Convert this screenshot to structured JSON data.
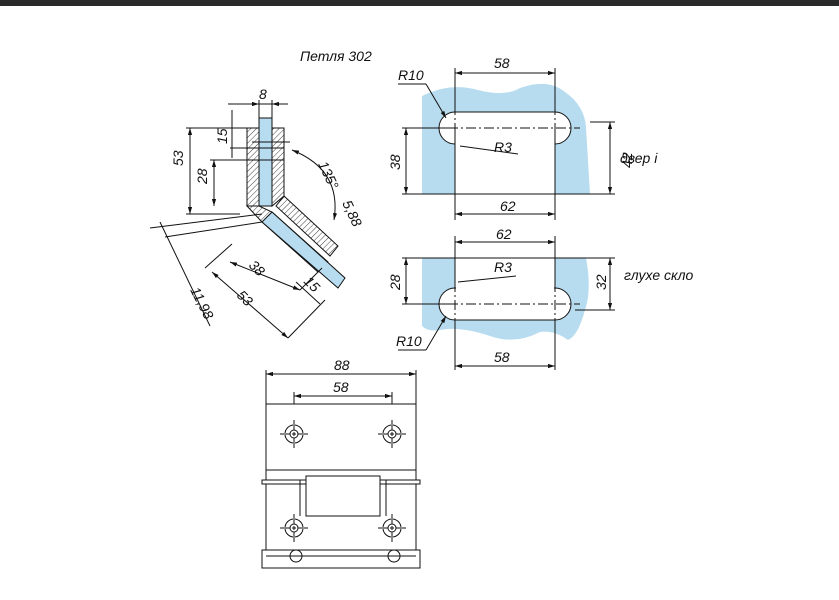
{
  "title": "Петля 302",
  "labels": {
    "door": "двер і",
    "fixed_glass": "глухе скло"
  },
  "colors": {
    "glass": "#b8dcef",
    "line": "#111111",
    "topbar": "#2a2a2a"
  },
  "section_view": {
    "dims": {
      "top_width": "8",
      "vert_small": "15",
      "vert_total": "53",
      "vert_mid": "28",
      "angle": "135°",
      "gap": "5,88",
      "diag_38": "38",
      "diag_53": "53",
      "diag_15": "15",
      "offset": "11,98"
    }
  },
  "door_cutout": {
    "dims": {
      "top": "58",
      "bottom": "62",
      "left": "38",
      "right": "42",
      "r_big": "R10",
      "r_small": "R3"
    }
  },
  "glass_cutout": {
    "dims": {
      "top": "62",
      "bottom": "58",
      "left": "28",
      "right": "32",
      "r_small": "R3",
      "r_big": "R10"
    }
  },
  "front_view": {
    "dims": {
      "overall": "88",
      "holes": "58"
    }
  }
}
